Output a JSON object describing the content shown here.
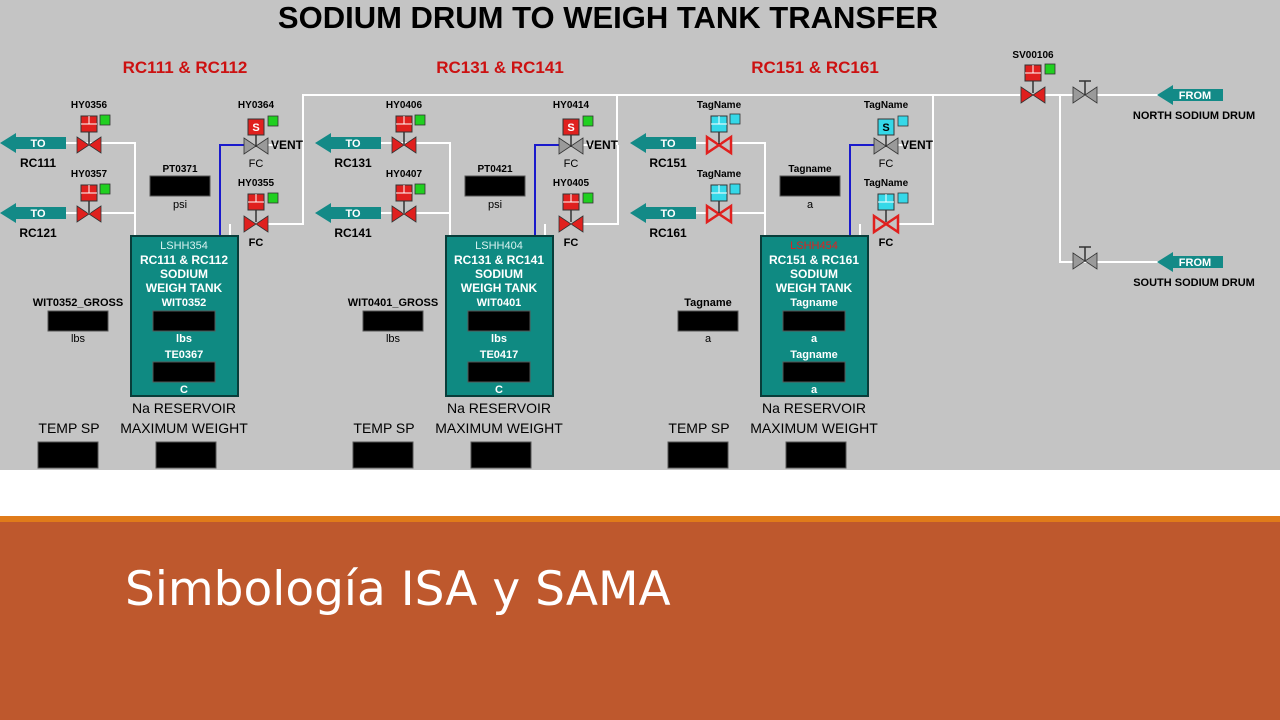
{
  "slide": {
    "title": "Simbología ISA y SAMA"
  },
  "screen": {
    "title": "SODIUM DRUM TO WEIGH TANK TRANSFER"
  },
  "colors": {
    "panel_bg": "#c4c4c4",
    "tank": "#0f8a82",
    "arrow": "#138a87",
    "valve_red": "#e0201e",
    "indicator_green": "#20d020",
    "cyan": "#35d8e8",
    "heading_red": "#cc1111",
    "band": "#be582d",
    "stripe": "#e07b1a"
  },
  "groups": [
    {
      "heading": "RC111 & RC112",
      "out_top": {
        "arrow": "TO",
        "label": "RC111"
      },
      "out_bottom": {
        "arrow": "TO",
        "label": "RC121"
      },
      "valve_top": "HY0356",
      "valve_bottom": "HY0357",
      "vent_valve": "HY0364",
      "fill_valve": "HY0355",
      "fc": "FC",
      "vent": "VENT",
      "pressure": {
        "tag": "PT0371",
        "unit": "psi"
      },
      "gross": {
        "tag": "WIT0352_GROSS",
        "unit": "lbs"
      },
      "tank": {
        "alarm": "LSHH354",
        "name": "RC111 & RC112\nSODIUM\nWEIGH TANK",
        "weight_tag": "WIT0352",
        "weight_unit": "lbs",
        "temp_tag": "TE0367",
        "temp_unit": "C"
      },
      "reservoir": "Na RESERVOIR",
      "temp_sp": "TEMP SP",
      "max_weight": "MAXIMUM WEIGHT"
    },
    {
      "heading": "RC131 & RC141",
      "out_top": {
        "arrow": "TO",
        "label": "RC131"
      },
      "out_bottom": {
        "arrow": "TO",
        "label": "RC141"
      },
      "valve_top": "HY0406",
      "valve_bottom": "HY0407",
      "vent_valve": "HY0414",
      "fill_valve": "HY0405",
      "fc": "FC",
      "vent": "VENT",
      "pressure": {
        "tag": "PT0421",
        "unit": "psi"
      },
      "gross": {
        "tag": "WIT0401_GROSS",
        "unit": "lbs"
      },
      "tank": {
        "alarm": "LSHH404",
        "name": "RC131 & RC141\nSODIUM\nWEIGH TANK",
        "weight_tag": "WIT0401",
        "weight_unit": "lbs",
        "temp_tag": "TE0417",
        "temp_unit": "C"
      },
      "reservoir": "Na RESERVOIR",
      "temp_sp": "TEMP SP",
      "max_weight": "MAXIMUM WEIGHT"
    },
    {
      "heading": "RC151 & RC161",
      "out_top": {
        "arrow": "TO",
        "label": "RC151"
      },
      "out_bottom": {
        "arrow": "TO",
        "label": "RC161"
      },
      "valve_top": "TagName",
      "valve_bottom": "TagName",
      "vent_valve": "TagName",
      "fill_valve": "TagName",
      "fc": "FC",
      "vent": "VENT",
      "pressure": {
        "tag": "Tagname",
        "unit": "a"
      },
      "gross": {
        "tag": "Tagname",
        "unit": "a"
      },
      "tank": {
        "alarm": "LSHH454",
        "name": "RC151 & RC161\nSODIUM\nWEIGH TANK",
        "weight_tag": "Tagname",
        "weight_unit": "a",
        "temp_tag": "Tagname",
        "temp_unit": "a"
      },
      "reservoir": "Na RESERVOIR",
      "temp_sp": "TEMP SP",
      "max_weight": "MAXIMUM WEIGHT"
    }
  ],
  "supply": {
    "valve": "SV00106",
    "north": {
      "arrow": "FROM",
      "label": "NORTH SODIUM DRUM"
    },
    "south": {
      "arrow": "FROM",
      "label": "SOUTH SODIUM DRUM"
    }
  }
}
